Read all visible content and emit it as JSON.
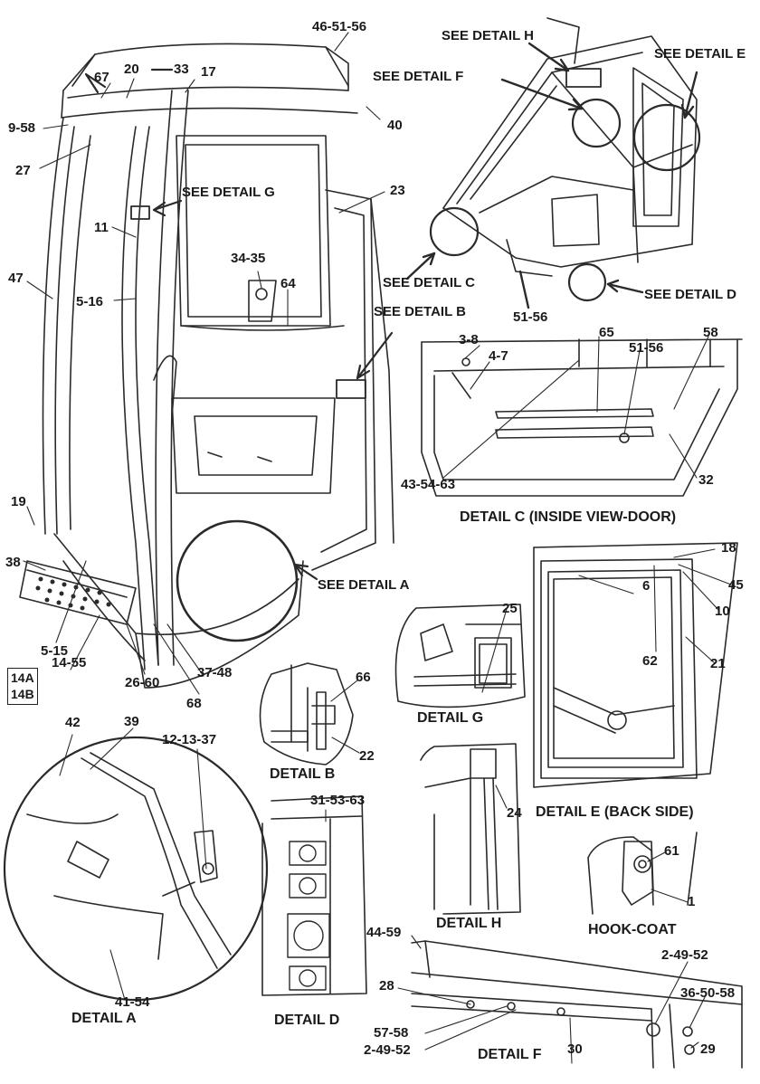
{
  "callouts": {
    "c46_51_56": "46-51-56",
    "c67": "67",
    "c20": "20",
    "c33": "33",
    "c17": "17",
    "c9_58": "9-58",
    "c40": "40",
    "c27": "27",
    "c23": "23",
    "c11": "11",
    "c47": "47",
    "c34_35": "34-35",
    "c64": "64",
    "c5_16": "5-16",
    "c51_56_top": "51-56",
    "c3_8": "3-8",
    "c65": "65",
    "c58_top": "58",
    "c4_7": "4-7",
    "c51_56_c": "51-56",
    "c43_54_63": "43-54-63",
    "c32": "32",
    "c19": "19",
    "c38": "38",
    "c5_15": "5-15",
    "c14_55": "14-55",
    "c26_60": "26-60",
    "c37_48": "37-48",
    "c68": "68",
    "c14a": "14A",
    "c14b": "14B",
    "c25": "25",
    "c18": "18",
    "c45": "45",
    "c6": "6",
    "c10": "10",
    "c62": "62",
    "c21": "21",
    "c66": "66",
    "c22": "22",
    "c42": "42",
    "c39": "39",
    "c12_13_37": "12-13-37",
    "c31_53_63": "31-53-63",
    "c24": "24",
    "c61": "61",
    "c1": "1",
    "c41_54": "41-54",
    "c44_59": "44-59",
    "c2_49_52_r": "2-49-52",
    "c36_50_58": "36-50-58",
    "c28": "28",
    "c57_58": "57-58",
    "c2_49_52_l": "2-49-52",
    "c30": "30",
    "c29": "29"
  },
  "refs": {
    "see_detail_h": "SEE DETAIL H",
    "see_detail_e": "SEE DETAIL E",
    "see_detail_f": "SEE DETAIL F",
    "see_detail_g": "SEE DETAIL G",
    "see_detail_c": "SEE DETAIL C",
    "see_detail_d": "SEE DETAIL D",
    "see_detail_b": "SEE DETAIL B",
    "see_detail_a": "SEE DETAIL A"
  },
  "captions": {
    "detail_c": "DETAIL C (INSIDE VIEW-DOOR)",
    "detail_g": "DETAIL G",
    "detail_b": "DETAIL B",
    "detail_e": "DETAIL E (BACK SIDE)",
    "detail_h": "DETAIL H",
    "hook_coat": "HOOK-COAT",
    "detail_a": "DETAIL A",
    "detail_d": "DETAIL D",
    "detail_f": "DETAIL F"
  },
  "colors": {
    "line": "#2a2a2a",
    "text": "#1a1a1a",
    "background": "#ffffff"
  }
}
